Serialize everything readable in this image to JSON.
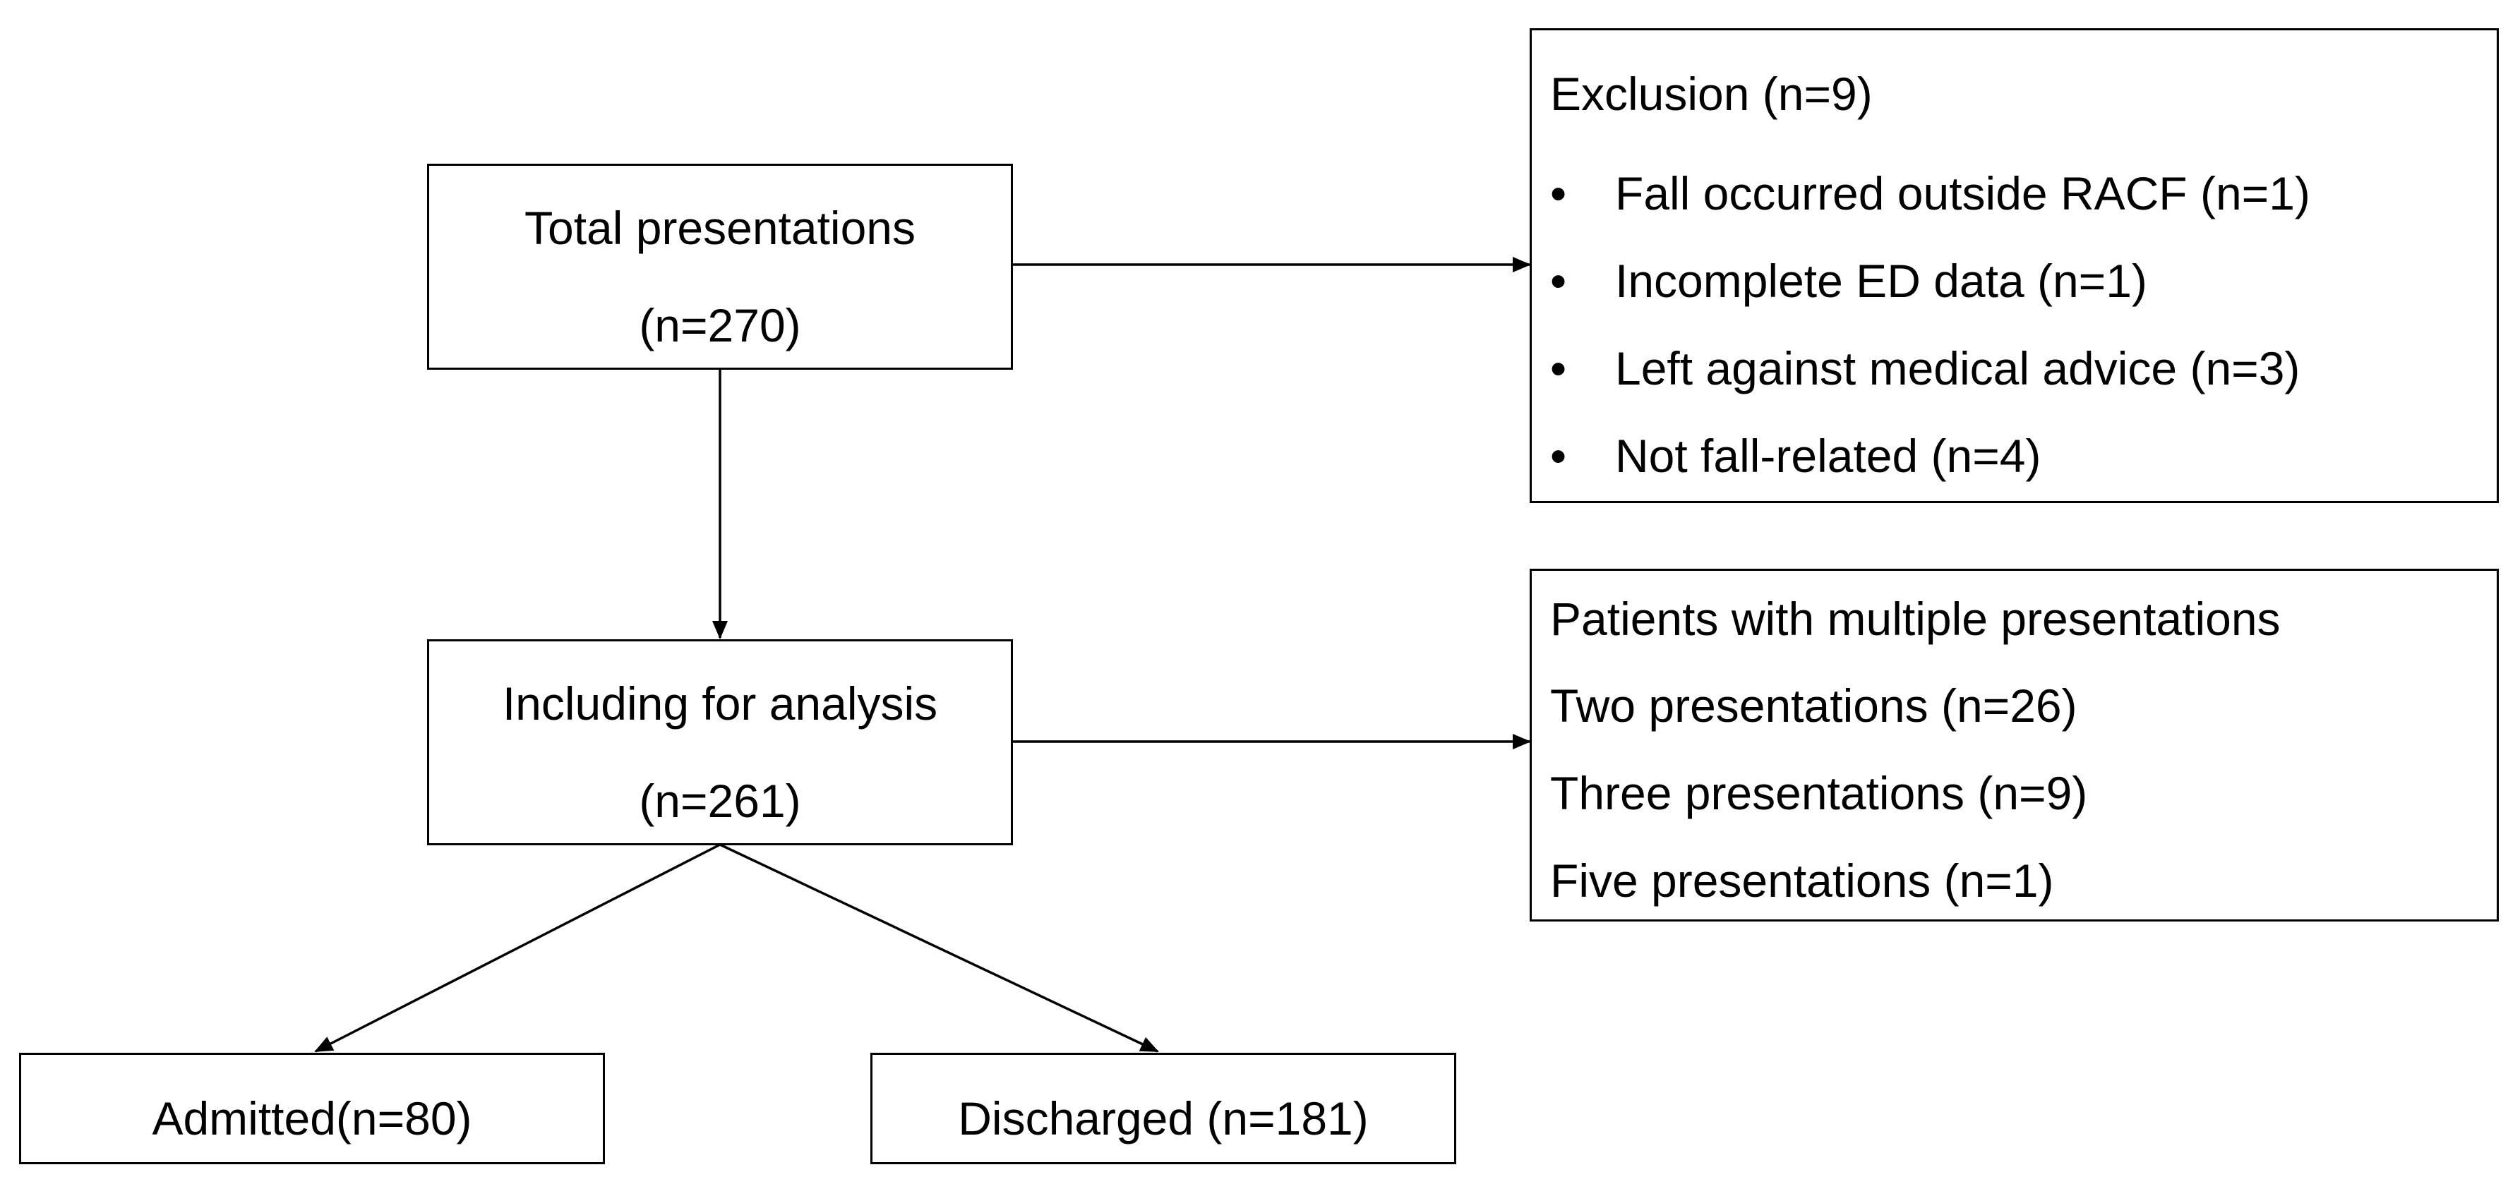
{
  "total": {
    "label": "Total presentations",
    "count": "(n=270)"
  },
  "exclusion": {
    "title": "Exclusion (n=9)",
    "bullet": "•",
    "items": [
      "Fall occurred outside RACF (n=1)",
      "Incomplete ED data (n=1)",
      "Left against medical advice (n=3)",
      "Not fall-related (n=4)"
    ]
  },
  "included": {
    "label": "Including for analysis",
    "count": "(n=261)"
  },
  "multiple": {
    "title": "Patients with multiple presentations",
    "items": [
      "Two presentations  (n=26)",
      "Three presentations (n=9)",
      "Five presentations (n=1)"
    ]
  },
  "admitted": {
    "label": "Admitted(n=80)"
  },
  "discharged": {
    "label": "Discharged (n=181)"
  }
}
